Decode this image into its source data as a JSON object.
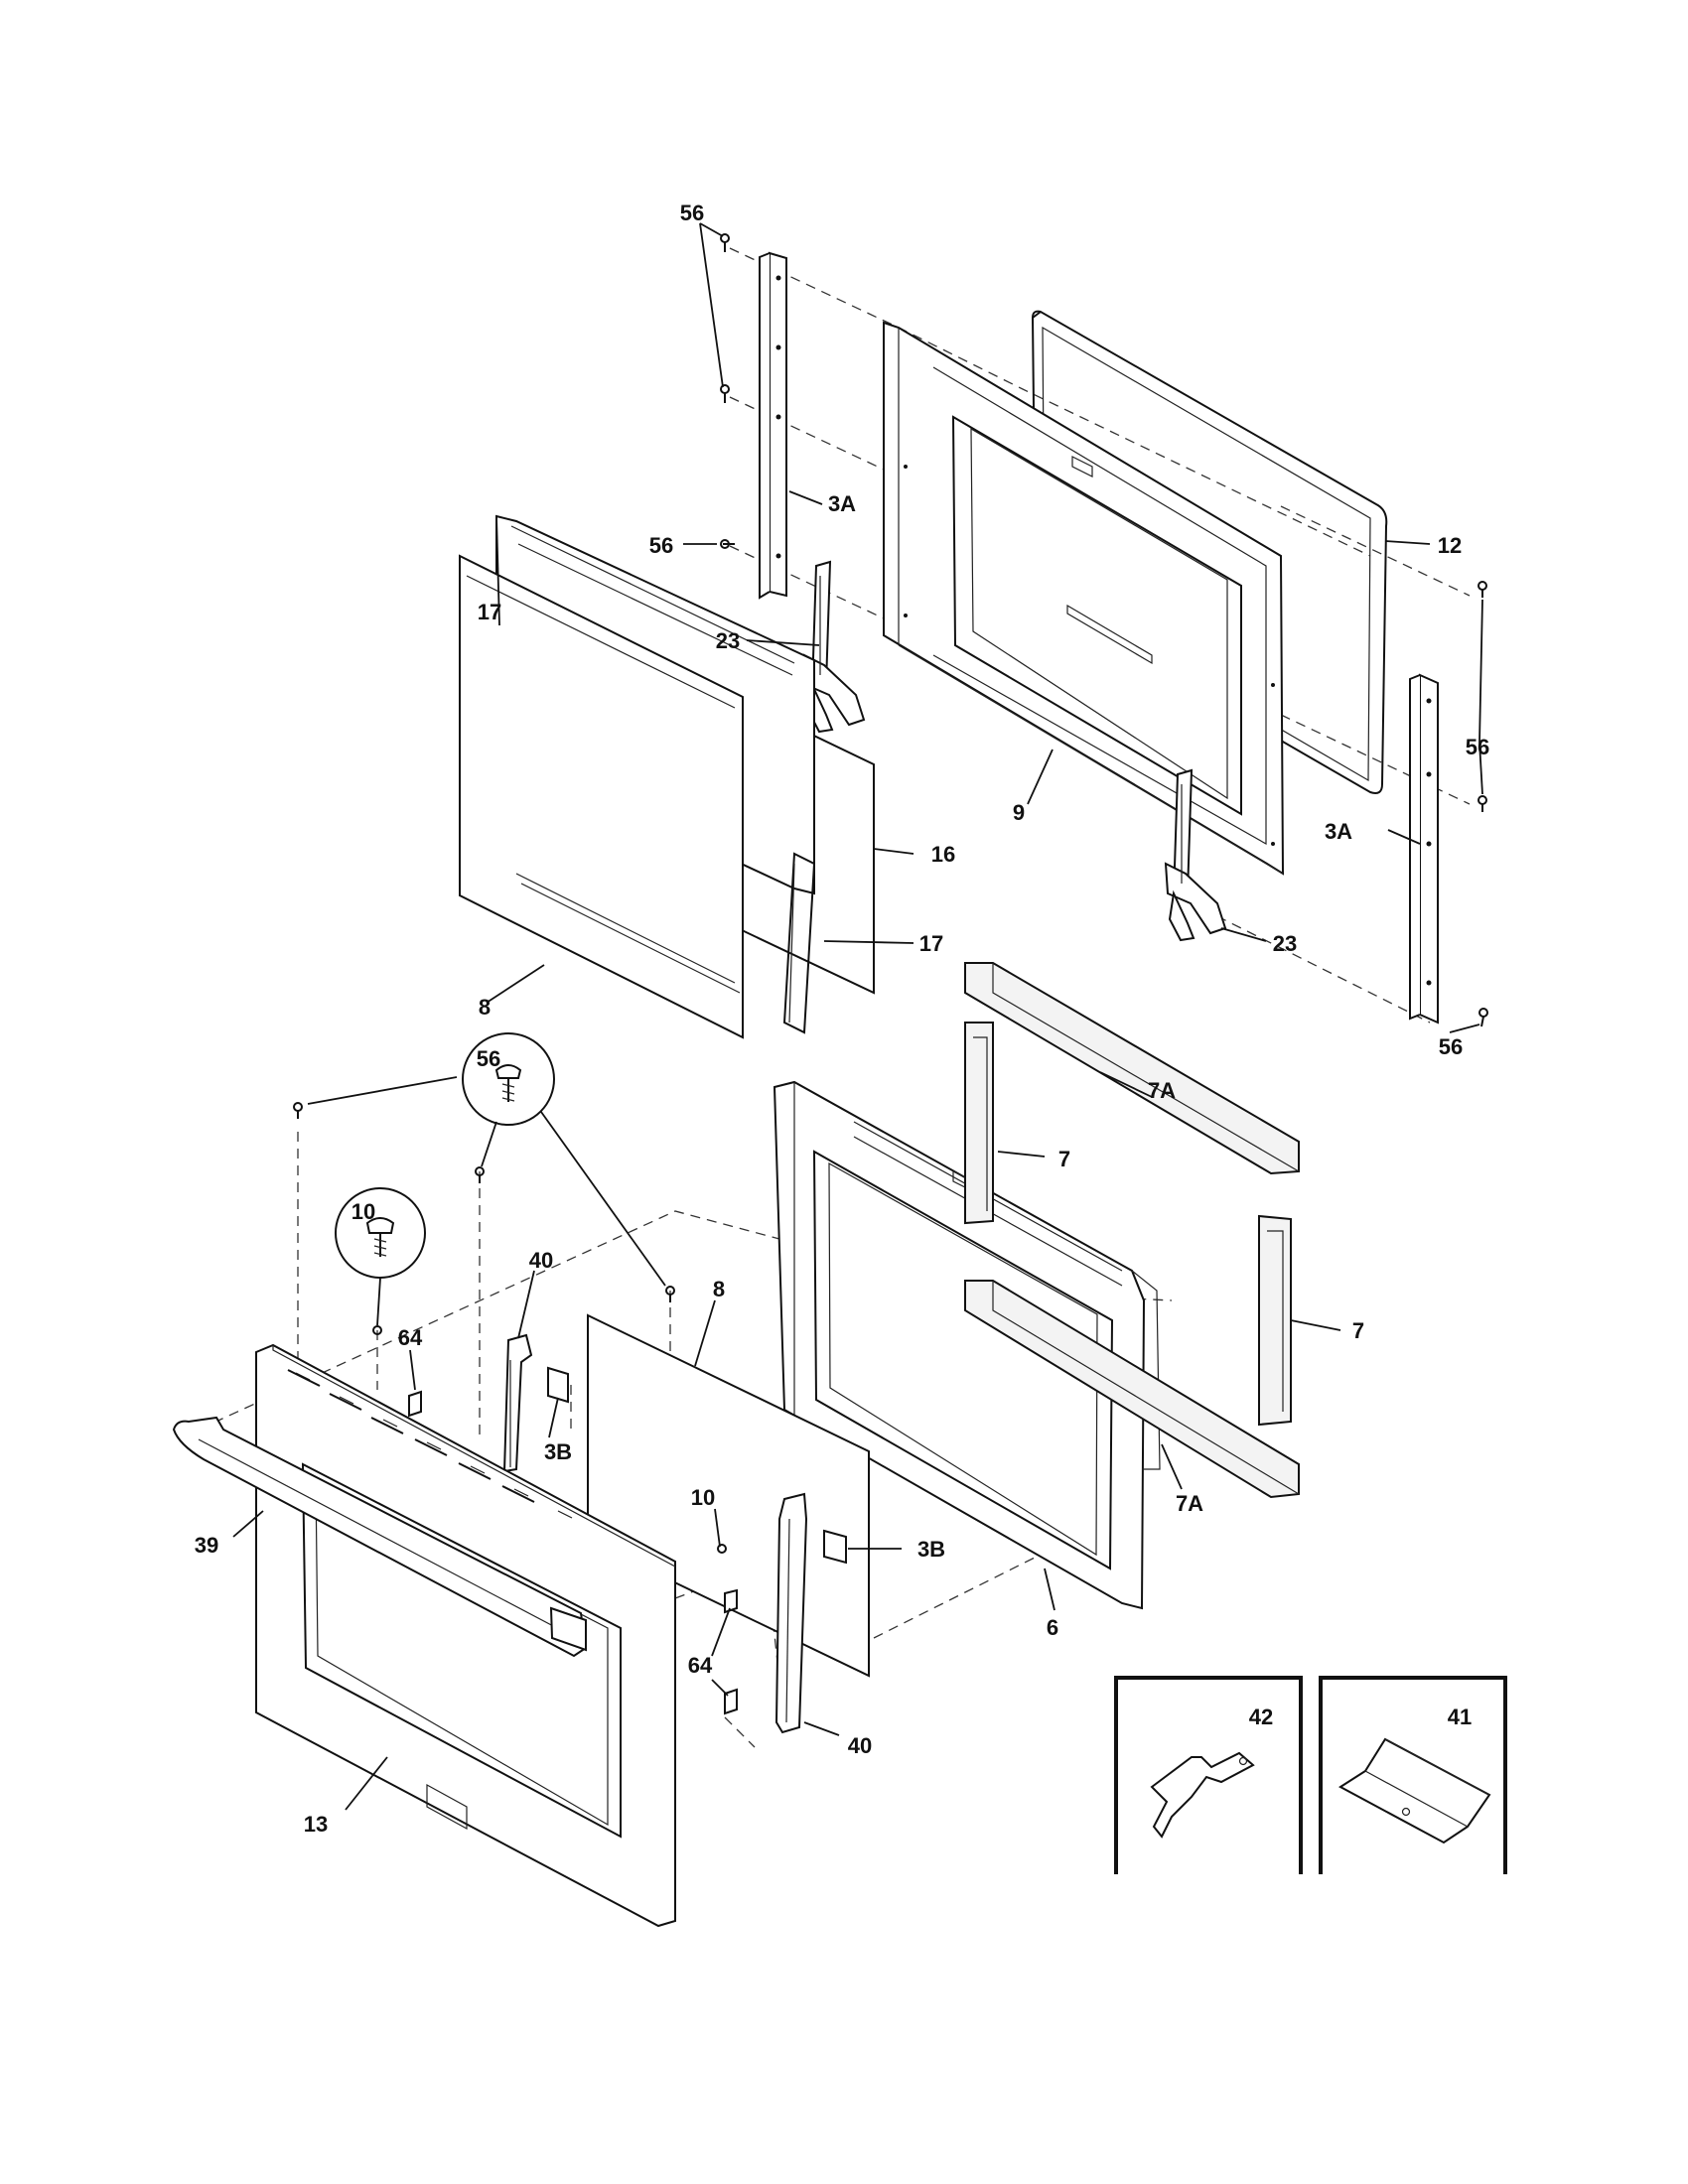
{
  "callouts": [
    {
      "id": "c56a",
      "text": "56"
    },
    {
      "id": "c3a_top",
      "text": "3A"
    },
    {
      "id": "c56b",
      "text": "56"
    },
    {
      "id": "c12",
      "text": "12"
    },
    {
      "id": "c17a",
      "text": "17"
    },
    {
      "id": "c23a",
      "text": "23"
    },
    {
      "id": "c9",
      "text": "9"
    },
    {
      "id": "c56c",
      "text": "56"
    },
    {
      "id": "c3a_right",
      "text": "3A"
    },
    {
      "id": "c16",
      "text": "16"
    },
    {
      "id": "c17b",
      "text": "17"
    },
    {
      "id": "c23b",
      "text": "23"
    },
    {
      "id": "c8a",
      "text": "8"
    },
    {
      "id": "c7a_top",
      "text": "7A"
    },
    {
      "id": "c56d",
      "text": "56"
    },
    {
      "id": "c56e",
      "text": "56"
    },
    {
      "id": "c10a",
      "text": "10"
    },
    {
      "id": "c7a",
      "text": "7"
    },
    {
      "id": "c40a",
      "text": "40"
    },
    {
      "id": "c8b",
      "text": "8"
    },
    {
      "id": "c64a",
      "text": "64"
    },
    {
      "id": "c7b",
      "text": "7"
    },
    {
      "id": "c3b_left",
      "text": "3B"
    },
    {
      "id": "c7a_bottom",
      "text": "7A"
    },
    {
      "id": "c39",
      "text": "39"
    },
    {
      "id": "c10b",
      "text": "10"
    },
    {
      "id": "c3b_right",
      "text": "3B"
    },
    {
      "id": "c6",
      "text": "6"
    },
    {
      "id": "c64b",
      "text": "64"
    },
    {
      "id": "c40b",
      "text": "40"
    },
    {
      "id": "c13",
      "text": "13"
    },
    {
      "id": "c42",
      "text": "42"
    },
    {
      "id": "c41",
      "text": "41"
    }
  ]
}
